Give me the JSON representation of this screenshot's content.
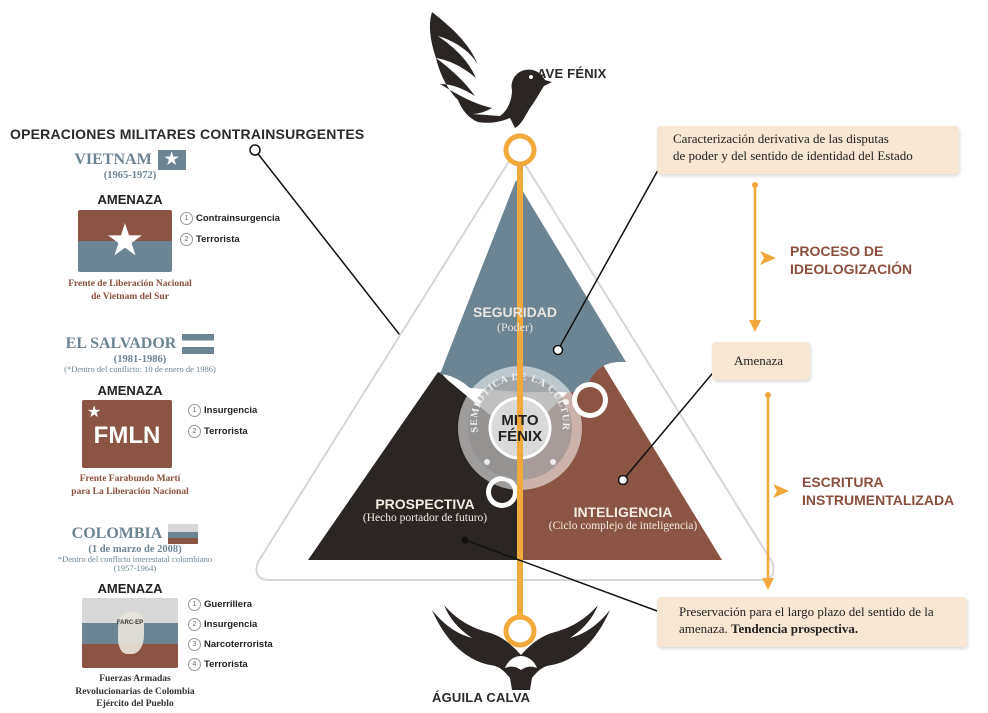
{
  "header": {
    "title": "OPERACIONES MILITARES CONTRAINSURGENTES",
    "top_bird": "AVE FÉNIX",
    "bottom_bird": "ÁGUILA CALVA"
  },
  "cases": [
    {
      "country": "VIETNAM",
      "years": "(1965-1972)",
      "note": "",
      "threat_heading": "AMENAZA",
      "threats": [
        "Contrainsurgencia",
        "Terrorista"
      ],
      "group": [
        "Frente de Liberación Nacional",
        "de Vietnam del Sur"
      ]
    },
    {
      "country": "EL SALVADOR",
      "years": "(1981-1986)",
      "note": "(*Dentro del conflicto: 10 de enero de 1986)",
      "threat_heading": "AMENAZA",
      "flag_text": "FMLN",
      "threats": [
        "Insurgencia",
        "Terrorista"
      ],
      "group": [
        "Frente Farabundo Martí",
        "para La Liberación Nacional"
      ]
    },
    {
      "country": "COLOMBIA",
      "years": "(1 de marzo de 2008)",
      "note": [
        "*Dentro del conflicto interestatal colombiano",
        "(1957-1964)"
      ],
      "threat_heading": "AMENAZA",
      "flag_text": "FARC-EP",
      "threats": [
        "Guerrillera",
        "Insurgencia",
        "Narcoterrorista",
        "Terrorista"
      ],
      "group": [
        "Fuerzas Armadas",
        "Revolucionarias de Colombia",
        "Ejército del Pueblo"
      ]
    }
  ],
  "triangle": {
    "top": {
      "title": "SEGURIDAD",
      "subtitle": "(Poder)"
    },
    "left": {
      "title": "PROSPECTIVA",
      "subtitle": "(Hecho portador de futuro)"
    },
    "right": {
      "title": "INTELIGENCIA",
      "subtitle": "(Ciclo complejo de inteligencia)"
    },
    "center": [
      "MITO",
      "FÉNIX"
    ],
    "ring_text": "SEMIÓTICA DE LA CULTURA"
  },
  "right_panel": {
    "box1": [
      "Caracterización derivativa de las disputas",
      "de poder y del sentido de identidad del Estado"
    ],
    "process1": [
      "PROCESO DE",
      "IDEOLOGIZACIÓN"
    ],
    "box2": "Amenaza",
    "process2": [
      "ESCRITURA",
      "INSTRUMENTALIZADA"
    ],
    "box3_normal": "Preservación para el largo plazo del sentido de la amenaza.",
    "box3_bold": "Tendencia prospectiva."
  },
  "colors": {
    "slate": "#6d8593",
    "brown": "#8c5444",
    "dark": "#2b2624",
    "orange": "#f2a93b",
    "box_bg": "#f7e6d4"
  }
}
